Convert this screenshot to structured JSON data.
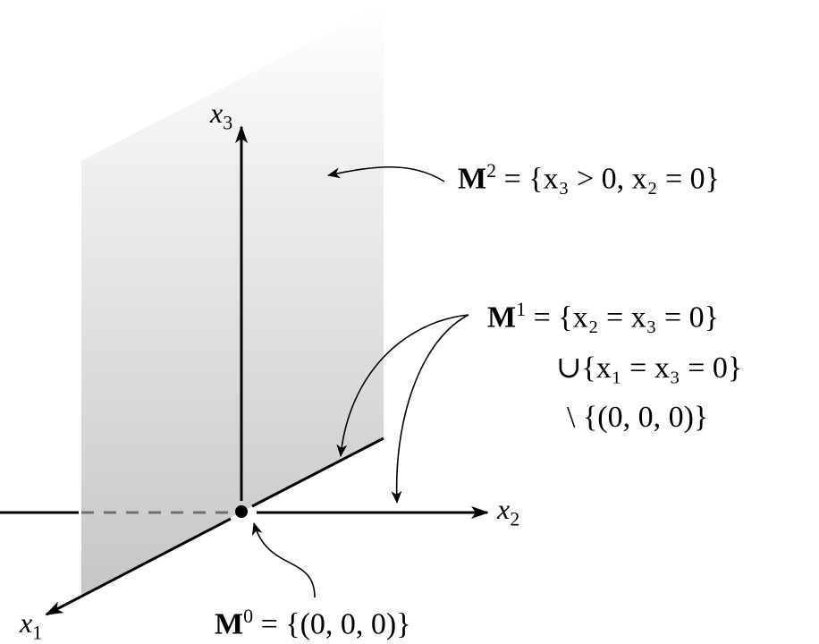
{
  "diagram": {
    "type": "stratification-diagram",
    "plane": {
      "name": "x1-x3 half-plane",
      "gradient_top": "#ffffff",
      "gradient_bottom": "#c6c6c6"
    },
    "axes": {
      "x1": {
        "label_base": "x",
        "label_sub": "1"
      },
      "x2": {
        "label_base": "x",
        "label_sub": "2"
      },
      "x3": {
        "label_base": "x",
        "label_sub": "3"
      }
    },
    "origin_point": {
      "color": "#000000"
    },
    "annotations": {
      "m2": {
        "symbol": "M",
        "sup": "2",
        "text": "= {x₃ > 0, x₂ = 0}"
      },
      "m1": {
        "symbol": "M",
        "sup": "1",
        "line1": "= {x₂ = x₃ = 0}",
        "line2": "∪{x₁ = x₃ = 0}",
        "line3": "\\ {(0, 0, 0)}"
      },
      "m0": {
        "symbol": "M",
        "sup": "0",
        "text": "= {(0, 0, 0)}"
      }
    },
    "colors": {
      "line": "#000000",
      "dashed": "#6e6e6e"
    }
  }
}
